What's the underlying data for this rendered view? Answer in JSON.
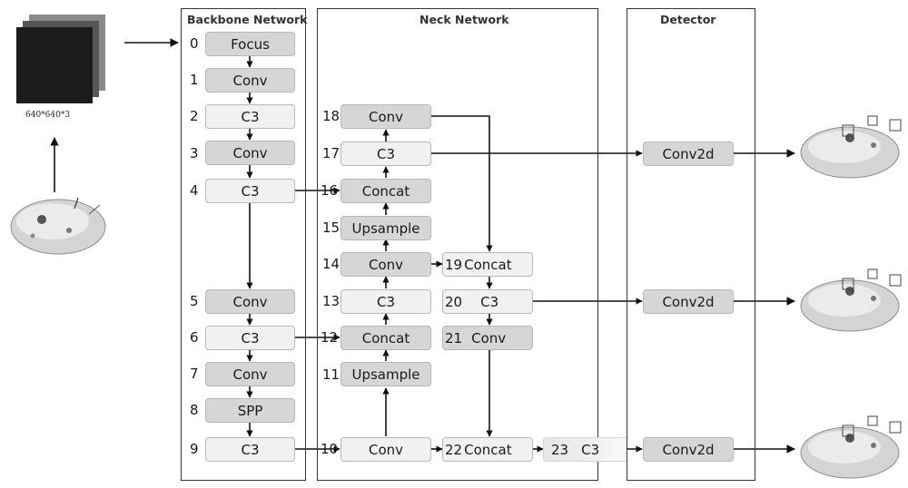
{
  "panels": {
    "backbone": "Backbone Network",
    "neck": "Neck Network",
    "detector": "Detector"
  },
  "input": {
    "size_label": "640*640*3"
  },
  "backbone": [
    {
      "idx": "0",
      "label": "Focus"
    },
    {
      "idx": "1",
      "label": "Conv"
    },
    {
      "idx": "2",
      "label": "C3"
    },
    {
      "idx": "3",
      "label": "Conv"
    },
    {
      "idx": "4",
      "label": "C3"
    },
    {
      "idx": "5",
      "label": "Conv"
    },
    {
      "idx": "6",
      "label": "C3"
    },
    {
      "idx": "7",
      "label": "Conv"
    },
    {
      "idx": "8",
      "label": "SPP"
    },
    {
      "idx": "9",
      "label": "C3"
    }
  ],
  "neck_left": [
    {
      "idx": "18",
      "label": "Conv"
    },
    {
      "idx": "17",
      "label": "C3"
    },
    {
      "idx": "16",
      "label": "Concat"
    },
    {
      "idx": "15",
      "label": "Upsample"
    },
    {
      "idx": "14",
      "label": "Conv"
    },
    {
      "idx": "13",
      "label": "C3"
    },
    {
      "idx": "12",
      "label": "Concat"
    },
    {
      "idx": "11",
      "label": "Upsample"
    },
    {
      "idx": "10",
      "label": "Conv"
    }
  ],
  "neck_right": [
    {
      "idx": "19",
      "label": "Concat"
    },
    {
      "idx": "20",
      "label": "C3"
    },
    {
      "idx": "21",
      "label": "Conv"
    },
    {
      "idx": "22",
      "label": "Concat"
    },
    {
      "idx": "23",
      "label": "C3"
    }
  ],
  "detector": [
    {
      "label": "Conv2d"
    },
    {
      "label": "Conv2d"
    },
    {
      "label": "Conv2d"
    }
  ]
}
